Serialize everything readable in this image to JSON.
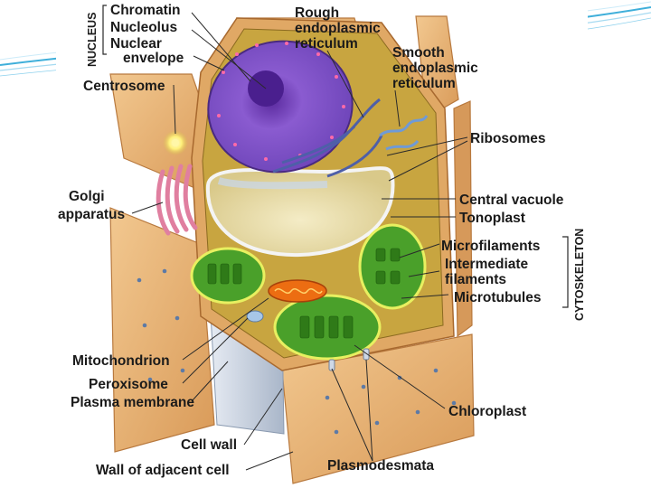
{
  "diagram": {
    "group_labels": {
      "nucleus": "NUCLEUS",
      "cytoskeleton": "CYTOSKELETON"
    },
    "labels": {
      "chromatin": "Chromatin",
      "nucleolus": "Nucleolus",
      "nuclear_envelope_1": "Nuclear",
      "nuclear_envelope_2": "envelope",
      "rough_er_1": "Rough",
      "rough_er_2": "endoplasmic",
      "rough_er_3": "reticulum",
      "smooth_er_1": "Smooth",
      "smooth_er_2": "endoplasmic",
      "smooth_er_3": "reticulum",
      "centrosome": "Centrosome",
      "ribosomes": "Ribosomes",
      "golgi_1": "Golgi",
      "golgi_2": "apparatus",
      "central_vacuole": "Central vacuole",
      "tonoplast": "Tonoplast",
      "microfilaments": "Microfilaments",
      "intermediate_1": "Intermediate",
      "intermediate_2": "filaments",
      "microtubules": "Microtubules",
      "mitochondrion": "Mitochondrion",
      "peroxisome": "Peroxisome",
      "plasma_membrane": "Plasma membrane",
      "chloroplast": "Chloroplast",
      "cell_wall": "Cell wall",
      "wall_adjacent": "Wall of adjacent cell",
      "plasmodesmata": "Plasmodesmata"
    }
  },
  "colors": {
    "background": "#ffffff",
    "swoosh": "#2aa6d6",
    "cell_wall": "#e9b57a",
    "cytoplasm": "#c6a03c",
    "nucleus": "#7e4fc2",
    "vacuole": "#efe3b0",
    "chloroplast": "#4fae2c",
    "mitochondrion": "#ea6a14",
    "golgi": "#e389a4",
    "er": "#5a6fb8"
  }
}
